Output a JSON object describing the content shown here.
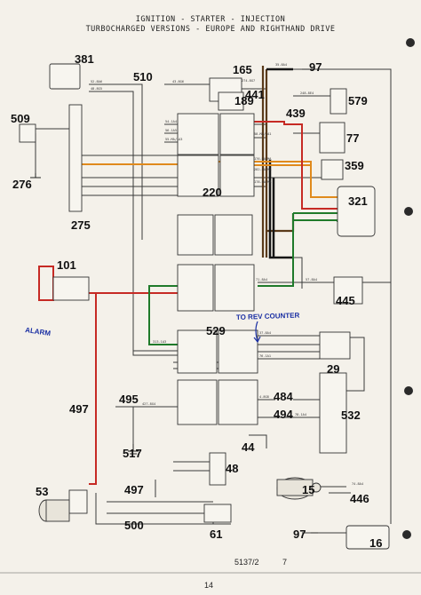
{
  "header": {
    "line1": "IGNITION - STARTER - INJECTION",
    "line2": "TURBOCHARGED VERSIONS - EUROPE AND RIGHTHAND DRIVE"
  },
  "components": {
    "c381": "381",
    "c510": "510",
    "c165": "165",
    "c189": "189",
    "c97a": "97",
    "c441": "441",
    "c579": "579",
    "c439": "439",
    "c77": "77",
    "c509": "509",
    "c359": "359",
    "c276": "276",
    "c321": "321",
    "c275": "275",
    "c220": "220",
    "c101": "101",
    "c445": "445",
    "c529": "529",
    "c29": "29",
    "c495": "495",
    "c484": "484",
    "c497a": "497",
    "c494": "494",
    "c532": "532",
    "c517": "517",
    "c44": "44",
    "c48": "48",
    "c53": "53",
    "c497b": "497",
    "c15": "15",
    "c446": "446",
    "c500": "500",
    "c61": "61",
    "c97b": "97",
    "c16": "16"
  },
  "wire_labels": {
    "w1": "52-8A6",
    "w2": "48-8G5",
    "w3": "43-8G6",
    "w4": "274-8G7",
    "w5": "35-8A4",
    "w6": "248-8E4",
    "w7": "54-1A4",
    "w8": "56-1A5",
    "w9": "55-MA/1A3",
    "w10": "58-MA/2A1",
    "w11": "176-BA/MA",
    "w12": "282-8A/MA",
    "w13": "178-BA/MA",
    "w14": "71-8A4",
    "w15": "57-8A4",
    "w16": "313-1A3",
    "w17": "427-8G4",
    "w18": "37-8A4",
    "w19": "76-1A1",
    "w20": "74-8A4",
    "w21": "4-8G8",
    "w22": "78-1A4"
  },
  "annotations": {
    "alarm": "ALARM",
    "rev": "TO REV COUNTER"
  },
  "footer": {
    "page": "14",
    "ref": "5137/2",
    "scribble": "7"
  },
  "colors": {
    "red": "#c62a24",
    "green": "#1f7a2a",
    "orange": "#e08a1c",
    "brown": "#5a3a1a",
    "black": "#151515",
    "ink": "#3a3a3a",
    "blue": "#1a2fa3"
  }
}
